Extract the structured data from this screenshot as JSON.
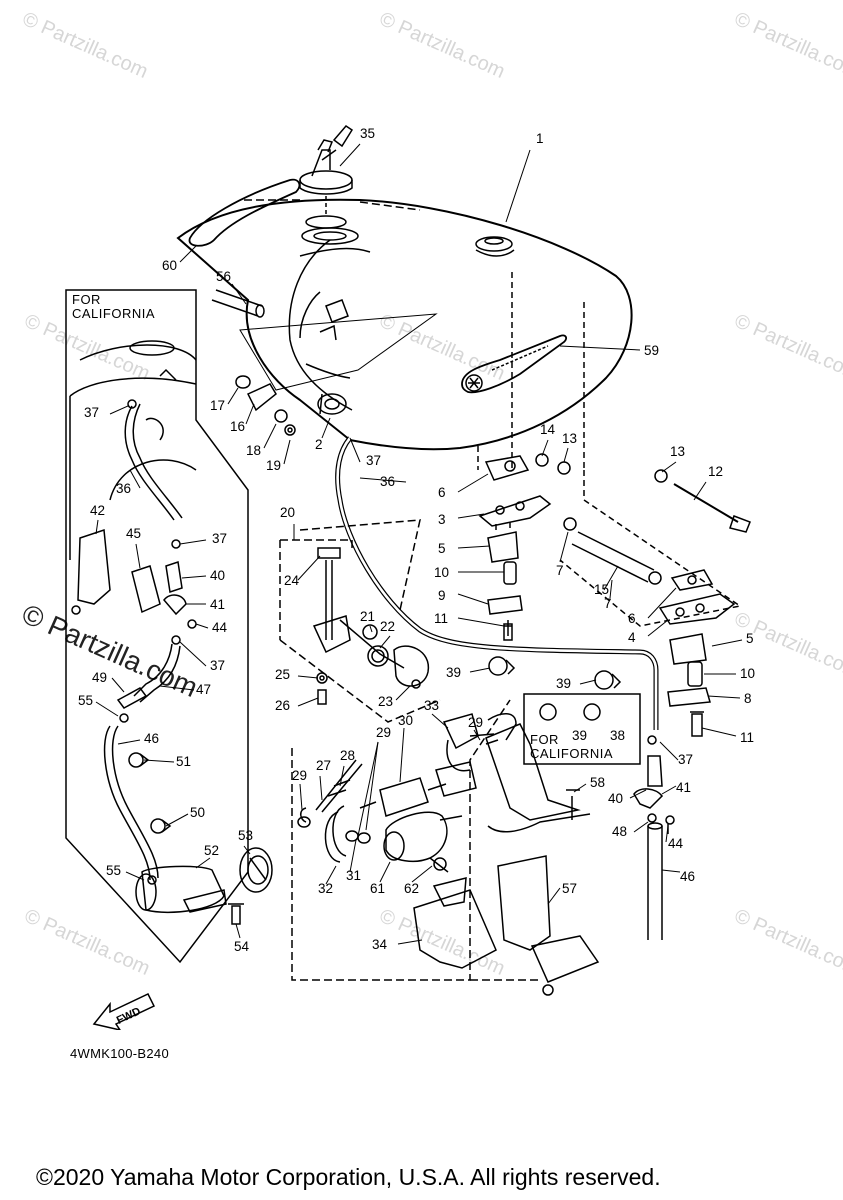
{
  "watermark": "© Partzilla.com",
  "diagram_code": "4WMK100-B240",
  "copyright": "©2020 Yamaha Motor Corporation, U.S.A. All rights reserved.",
  "for_california_1": "FOR\nCALIFORNIA",
  "for_california_2": "FOR\nCALIFORNIA",
  "fwd_label": "FWD",
  "callouts": [
    "1",
    "2",
    "3",
    "4",
    "5",
    "5",
    "6",
    "6",
    "7",
    "7",
    "8",
    "9",
    "10",
    "10",
    "11",
    "11",
    "12",
    "13",
    "13",
    "14",
    "15",
    "16",
    "17",
    "18",
    "19",
    "20",
    "21",
    "22",
    "23",
    "24",
    "25",
    "26",
    "27",
    "28",
    "29",
    "29",
    "29",
    "30",
    "31",
    "32",
    "33",
    "34",
    "35",
    "36",
    "36",
    "37",
    "37",
    "37",
    "37",
    "37",
    "38",
    "39",
    "39",
    "39",
    "40",
    "40",
    "41",
    "41",
    "42",
    "44",
    "44",
    "45",
    "46",
    "46",
    "47",
    "48",
    "49",
    "50",
    "51",
    "52",
    "53",
    "54",
    "55",
    "55",
    "56",
    "57",
    "58",
    "59",
    "60",
    "61",
    "62"
  ]
}
